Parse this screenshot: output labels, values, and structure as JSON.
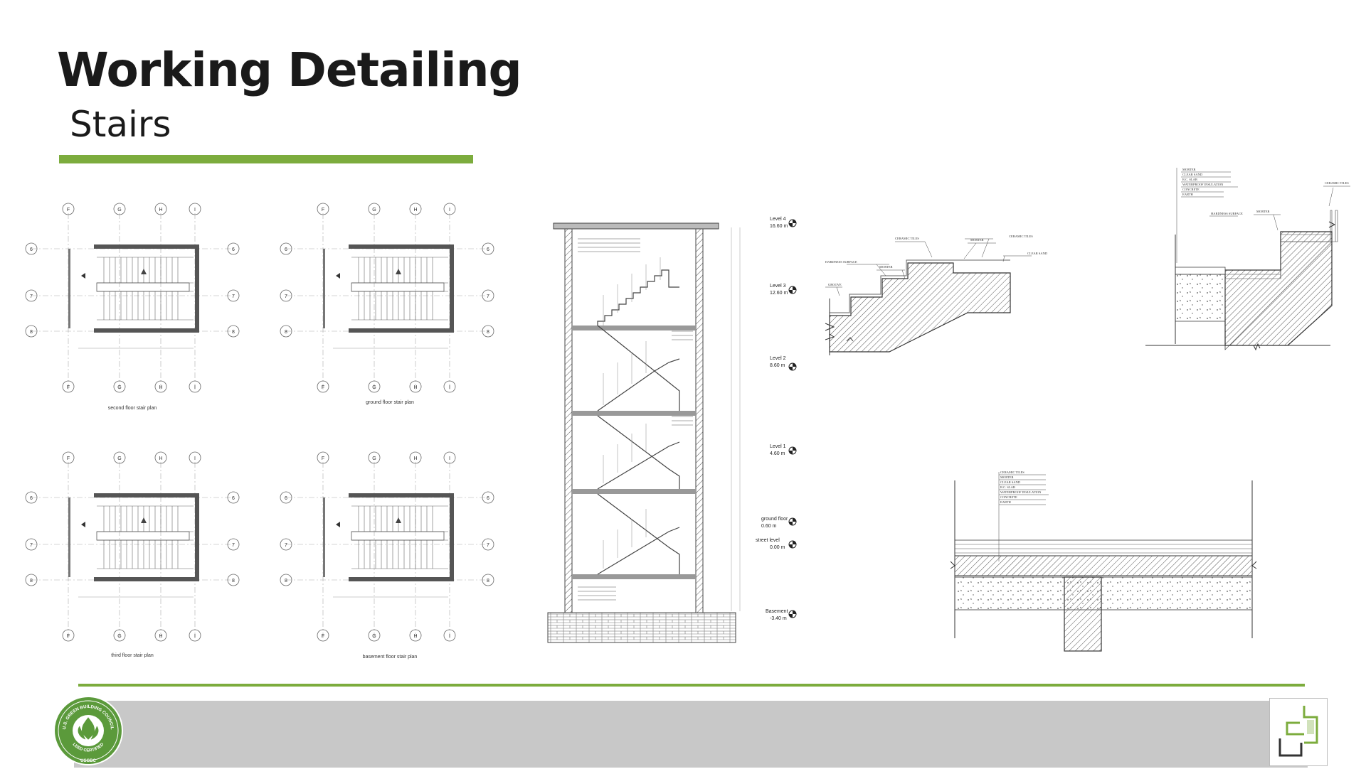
{
  "slide": {
    "title": "Working Detailing",
    "subtitle": "Stairs",
    "accent_color": "#7cac3d",
    "footer_color": "#c8c8c8"
  },
  "plans": {
    "grid_columns": [
      "F",
      "G",
      "H",
      "I"
    ],
    "grid_rows": [
      "6",
      "7",
      "8"
    ],
    "captions": {
      "second": "second floor stair plan",
      "ground": "ground floor stair plan",
      "third": "third floor stair plan",
      "basement": "basement floor stair plan"
    }
  },
  "section": {
    "levels": [
      {
        "name": "Level 4",
        "elev": "16.60 m"
      },
      {
        "name": "Level 3",
        "elev": "12.60 m"
      },
      {
        "name": "Level 2",
        "elev": "8.60 m"
      },
      {
        "name": "Level 1",
        "elev": "4.60 m"
      },
      {
        "name": "ground floor",
        "elev": "0.60 m"
      },
      {
        "name": "street level",
        "elev": "0.00 m"
      },
      {
        "name": "Basement",
        "elev": "-3.40 m"
      }
    ]
  },
  "details": {
    "stair_notes": [
      "CERAMIC TILES",
      "MORTER",
      "CERAMIC TILES",
      "CLEAR SAND",
      "HARDNESS SURFACE",
      "MORTER",
      "GROOVE"
    ],
    "landing_notes": [
      "MORTER",
      "CLEAR SAND",
      "R.C. SLAB",
      "WATERPROOF INSULATION",
      "CONCRETE",
      "EARTH",
      "CERAMIC TILES",
      "MORTER",
      "HARDNESS SURFACE"
    ],
    "slab_notes": [
      "CERAMIC TILES",
      "MORTER",
      "CLEAR SAND",
      "R.C. SLAB",
      "WATERPROOF INSULATION",
      "CONCRETE",
      "EARTH"
    ]
  },
  "footer": {
    "badge_top": "U.S. GREEN BUILDING COUNCIL",
    "badge_mid": "LEED CERTIFIED",
    "badge_bottom": "USGBC"
  },
  "icons": [
    "leed-badge-icon",
    "company-logo-icon",
    "level-marker-icon"
  ]
}
